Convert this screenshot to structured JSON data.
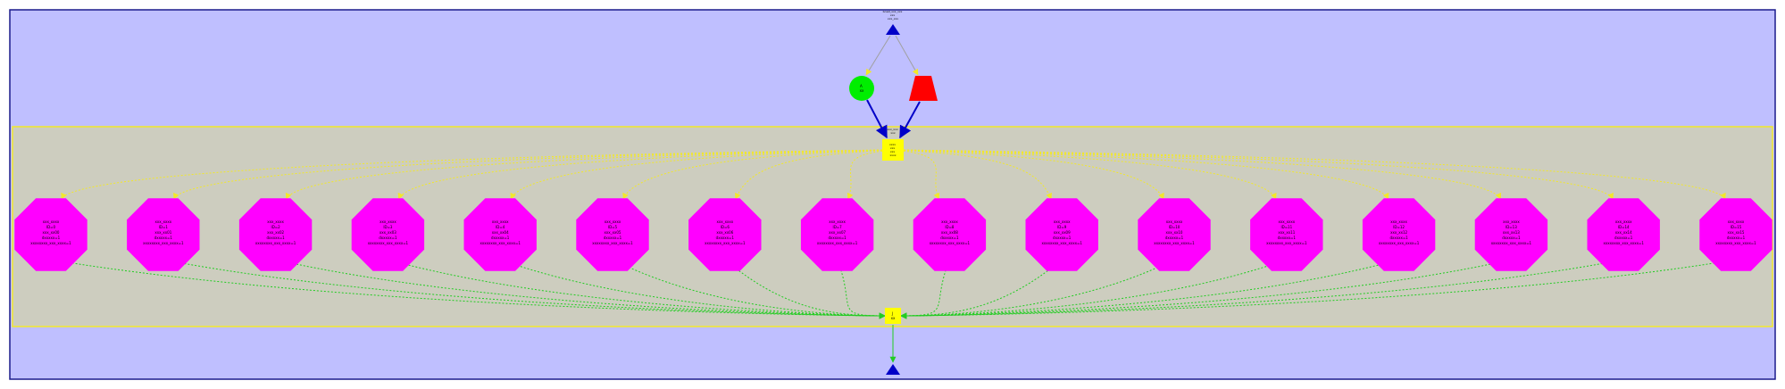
{
  "colors": {
    "outer_bg": "#bfbfff",
    "outer_border": "#1a1a8c",
    "inner_bg": "#cdcdbf",
    "inner_border": "#f2e82a",
    "octagon": "#ff00ff",
    "triangle": "#0000c8",
    "circle": "#00ee00",
    "trapezoid": "#ff0000",
    "square": "#ffff00",
    "gray_edge": "#a0a0a0",
    "blue_edge": "#0000c8",
    "yellow_edge": "#f2e82a",
    "green_edge": "#22cc22"
  },
  "top_node": {
    "lines": [
      "bcast_xxx_xxx",
      "xxx",
      "xxx_xxx"
    ]
  },
  "circle_node": {
    "lines": [
      "A",
      "xx"
    ]
  },
  "trapezoid_node": {
    "lines": []
  },
  "hub_node": {
    "lines": [
      "xxxx",
      "xxx",
      "xxx",
      "xxxx"
    ]
  },
  "hub_caption": {
    "lines": [
      "xxx_xxx",
      "xxx"
    ]
  },
  "sink_node": {
    "lines": [
      "J",
      "xx"
    ]
  },
  "octagons": [
    {
      "lines": [
        "xxx_xxxx",
        "ID=0",
        "xxx_xx00",
        "dxxxxx=1",
        "xxxxxxxx_xxx_xxxx=1"
      ]
    },
    {
      "lines": [
        "xxx_xxxx",
        "ID=1",
        "xxx_xx01",
        "dxxxxx=1",
        "xxxxxxxx_xxx_xxxx=1"
      ]
    },
    {
      "lines": [
        "xxx_xxxx",
        "ID=2",
        "xxx_xx02",
        "dxxxxx=1",
        "xxxxxxxx_xxx_xxxx=1"
      ]
    },
    {
      "lines": [
        "xxx_xxxx",
        "ID=3",
        "xxx_xx03",
        "dxxxxx=1",
        "xxxxxxxx_xxx_xxxx=1"
      ]
    },
    {
      "lines": [
        "xxx_xxxx",
        "ID=4",
        "xxx_xx04",
        "dxxxxx=1",
        "xxxxxxxx_xxx_xxxx=1"
      ]
    },
    {
      "lines": [
        "xxx_xxxx",
        "ID=5",
        "xxx_xx05",
        "dxxxxx=1",
        "xxxxxxxx_xxx_xxxx=1"
      ]
    },
    {
      "lines": [
        "xxx_xxxx",
        "ID=6",
        "xxx_xx06",
        "dxxxxx=1",
        "xxxxxxxx_xxx_xxxx=1"
      ]
    },
    {
      "lines": [
        "xxx_xxxx",
        "ID=7",
        "xxx_xx07",
        "dxxxxx=1",
        "xxxxxxxx_xxx_xxxx=1"
      ]
    },
    {
      "lines": [
        "xxx_xxxx",
        "ID=8",
        "xxx_xx08",
        "dxxxxx=1",
        "xxxxxxxx_xxx_xxxx=1"
      ]
    },
    {
      "lines": [
        "xxx_xxxx",
        "ID=9",
        "xxx_xx09",
        "dxxxxx=1",
        "xxxxxxxx_xxx_xxxx=1"
      ]
    },
    {
      "lines": [
        "xxx_xxxx",
        "ID=10",
        "xxx_xx10",
        "dxxxxx=1",
        "xxxxxxxx_xxx_xxxx=1"
      ]
    },
    {
      "lines": [
        "xxx_xxxx",
        "ID=11",
        "xxx_xx11",
        "dxxxxx=1",
        "xxxxxxxx_xxx_xxxx=1"
      ]
    },
    {
      "lines": [
        "xxx_xxxx",
        "ID=12",
        "xxx_xx12",
        "dxxxxx=1",
        "xxxxxxxx_xxx_xxxx=1"
      ]
    },
    {
      "lines": [
        "xxx_xxxx",
        "ID=13",
        "xxx_xx13",
        "dxxxxx=1",
        "xxxxxxxx_xxx_xxxx=1"
      ]
    },
    {
      "lines": [
        "xxx_xxxx",
        "ID=14",
        "xxx_xx14",
        "dxxxxx=1",
        "xxxxxxxx_xxx_xxxx=1"
      ]
    },
    {
      "lines": [
        "xxx_xxxx",
        "ID=15",
        "xxx_xx15",
        "dxxxxx=1",
        "xxxxxxxx_xxx_xxxx=1"
      ]
    }
  ]
}
